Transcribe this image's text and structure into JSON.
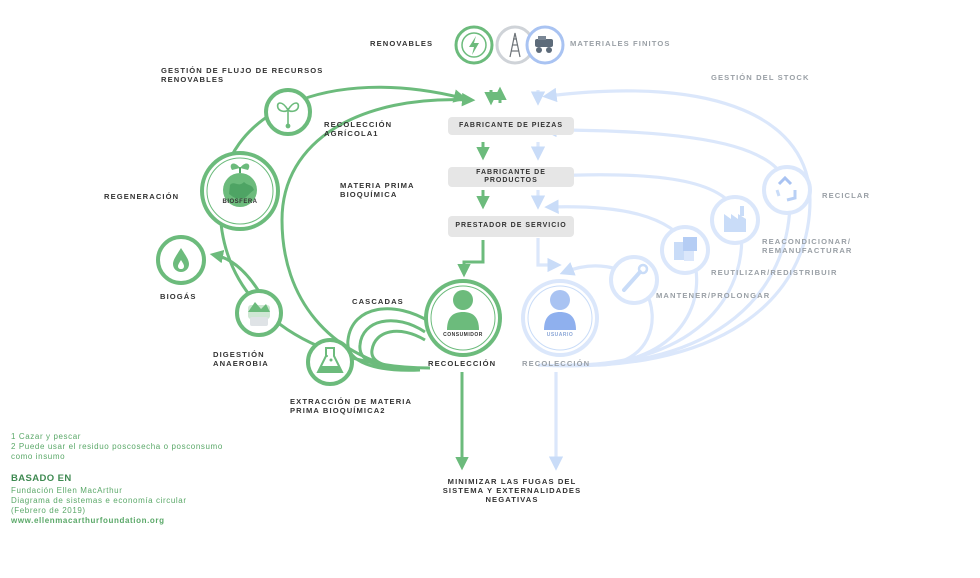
{
  "colors": {
    "green": "#6cbb7c",
    "green_dark": "#4ea464",
    "blue": "#c9dcf8",
    "blue_mid": "#a9c3f2",
    "grey_text": "#9aa0a6"
  },
  "top": {
    "renewables": "RENOVABLES",
    "finite": "MATERIALES FINITOS",
    "stock": "GESTIÓN DEL STOCK"
  },
  "left": {
    "flow_mgmt": "GESTIÓN DE FLUJO DE RECURSOS RENOVABLES",
    "agri": "RECOLECCIÓN AGRÍCOLA1",
    "regeneration": "REGENERACIÓN",
    "biosphere": "BIOSFERA",
    "biochem": "MATERIA PRIMA BIOQUÍMICA",
    "biogas": "BIOGÁS",
    "digestion": "DIGESTIÓN ANAEROBIA",
    "cascades": "CASCADAS",
    "extraction": "EXTRACCIÓN DE MATERIA PRIMA BIOQUÍMICA2",
    "collection": "RECOLECCIÓN",
    "consumer": "CONSUMIDOR"
  },
  "center": {
    "parts": "FABRICANTE DE PIEZAS",
    "products": "FABRICANTE DE PRODUCTOS",
    "service": "PRESTADOR DE SERVICIO",
    "minimize": "MINIMIZAR LAS FUGAS DEL SISTEMA Y EXTERNALIDADES NEGATIVAS"
  },
  "right": {
    "recycle": "RECICLAR",
    "refurbish": "REACONDICIONAR/ REMANUFACTURAR",
    "reuse": "REUTILIZAR/REDISTRIBUIR",
    "maintain": "MANTENER/PROLONGAR",
    "collection": "RECOLECCIÓN",
    "user": "USUARIO"
  },
  "notes": {
    "n1": "1 Cazar y pescar",
    "n2": "2 Puede usar el residuo poscosecha o posconsumo",
    "n3": "como insumo",
    "based": "BASADO EN",
    "foundation": "Fundación Ellen MacArthur",
    "diagram": "Diagrama de sistemas e economía circular",
    "date": "(Febrero de 2019)",
    "url": "www.ellenmacarthurfoundation.org"
  },
  "icons": [
    "sprout-icon",
    "globe-plant-icon",
    "water-drop-icon",
    "cow-icon",
    "flask-icon",
    "person-icon",
    "wrench-icon",
    "boxes-icon",
    "factory-icon",
    "recycle-icon",
    "lightning-icon",
    "oil-rig-icon",
    "truck-icon"
  ]
}
